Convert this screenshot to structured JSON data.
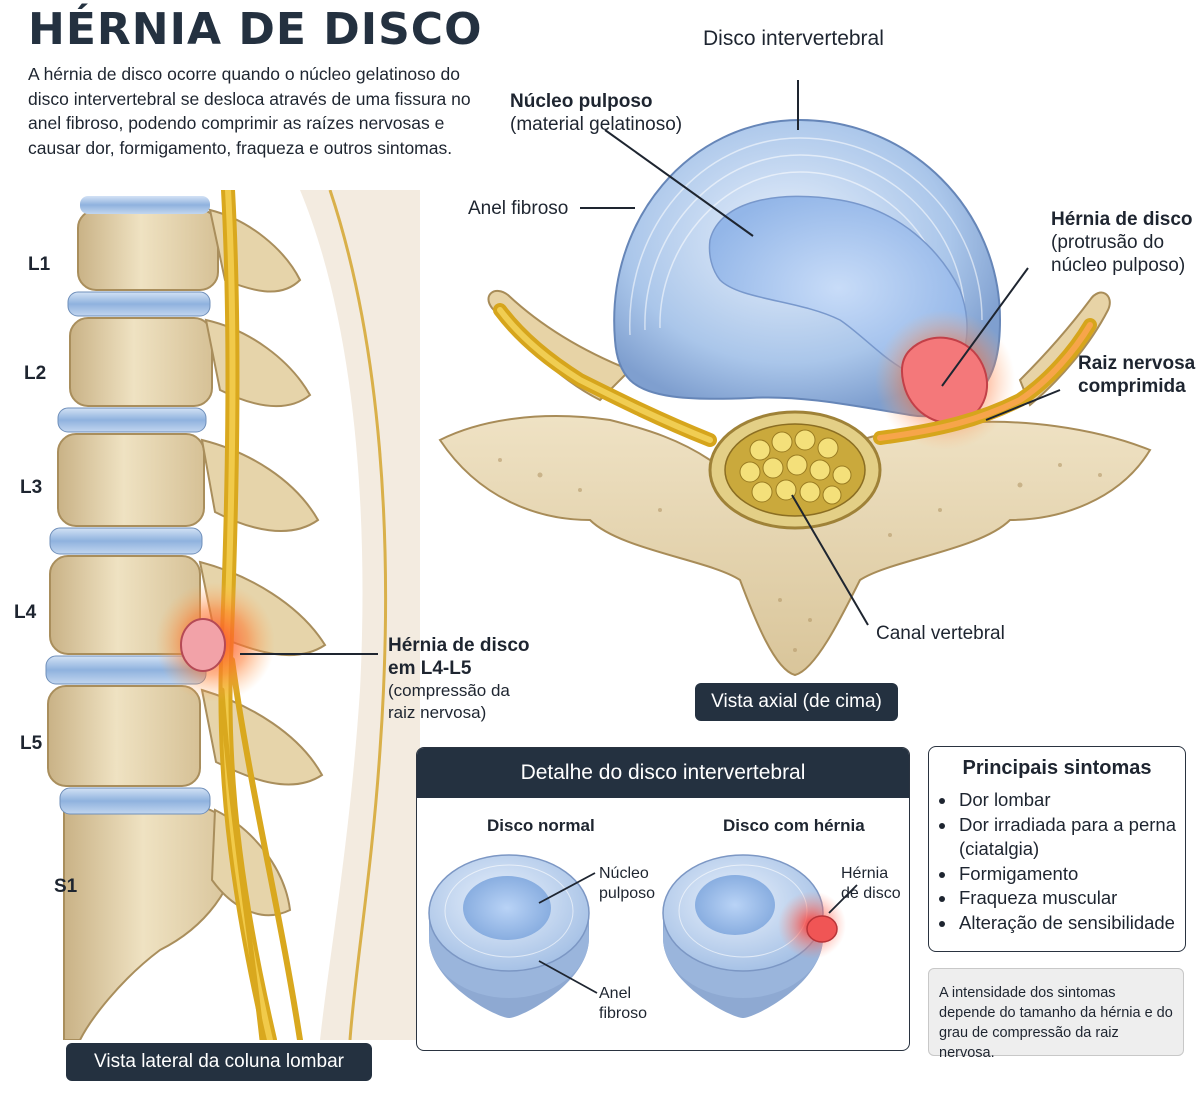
{
  "title": "Hérnia de disco",
  "intro": "A hérnia de disco ocorre quando o núcleo gelatinoso do disco intervertebral se desloca através de uma fissura no anel fibroso, podendo comprimir as raízes nervosas e causar dor, formigamento, fraqueza e outros sintomas.",
  "lateral": {
    "vertebrae": [
      "L1",
      "L2",
      "L3",
      "L4",
      "L5",
      "S1"
    ],
    "hernia_label_bold_1": "Hérnia de disco",
    "hernia_label_bold_2": "em L4-L5",
    "hernia_label_sub_1": "(compressão da",
    "hernia_label_sub_2": "raiz nervosa)",
    "caption": "Vista lateral da coluna lombar"
  },
  "axial": {
    "disc_label": "Disco intervertebral",
    "nucleus_label": "Núcleo pulposo",
    "nucleus_sub": "(material gelatinoso)",
    "annulus_label": "Anel fibroso",
    "hernia_label": "Hérnia de disco",
    "hernia_sub_1": "(protrusão do",
    "hernia_sub_2": "núcleo pulposo)",
    "root_label_1": "Raiz nervosa",
    "root_label_2": "comprimida",
    "canal_label": "Canal vertebral",
    "caption": "Vista axial (de cima)"
  },
  "detail": {
    "heading": "Detalhe do disco intervertebral",
    "normal_title": "Disco normal",
    "hernia_title": "Disco com hérnia",
    "nucleus_1": "Núcleo",
    "nucleus_2": "pulposo",
    "annulus_1": "Anel",
    "annulus_2": "fibroso",
    "hernia_1": "Hérnia",
    "hernia_2": "de disco"
  },
  "symptoms": {
    "title": "Principais sintomas",
    "items": [
      "Dor lombar",
      "Dor irradiada para a perna (ciatalgia)",
      "Formigamento",
      "Fraqueza muscular",
      "Alteração de sensibilidade"
    ]
  },
  "note": "A intensidade dos sintomas depende do tamanho da hérnia e do grau de compressão da raiz nervosa.",
  "colors": {
    "dark": "#243140",
    "bone": "#e8d7b0",
    "disc": "#a9c7ec",
    "nerve": "#dfb020",
    "hernia": "#ef3b36"
  }
}
